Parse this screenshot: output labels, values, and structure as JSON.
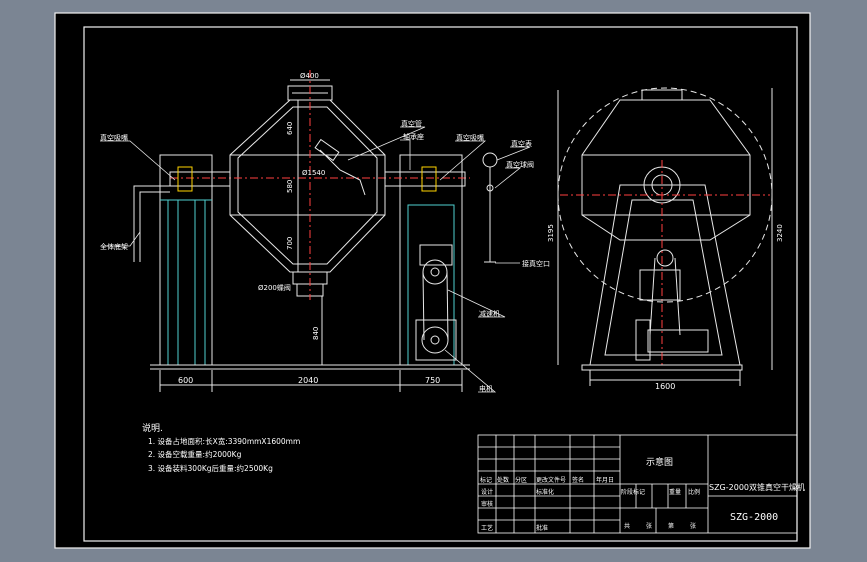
{
  "dims": {
    "top_diameter": "Ø400",
    "outer_diameter": "Ø1540",
    "bottom_valve": "Ø200蝶阀",
    "h_upper": "640",
    "h_middle": "580",
    "h_lower": "700",
    "h_base": "840",
    "w_left": "600",
    "w_center": "2040",
    "w_right": "750",
    "w_side": "1600",
    "h_side_a": "3195",
    "h_side_b": "3240"
  },
  "callouts": {
    "left_bearing": "真空吸嘴",
    "vacuum_pipe": "真空管",
    "left_seat": "轴承座",
    "right_bearing": "真空吸嘴",
    "vacuum_gauge": "真空表",
    "gauge_valve": "真空球阀",
    "to_pump": "接真空口",
    "base_frame": "全体底架",
    "reducer": "减速机",
    "motor": "电机"
  },
  "notes": {
    "title": "说明.",
    "line1": "1. 设备占地面积:长X宽:3390mmX1600mm",
    "line2": "2. 设备空载重量:约2000Kg",
    "line3": "3. 设备装料300Kg后重量:约2500Kg"
  },
  "title_block": {
    "drawing_name": "示意图",
    "product": "SZG-2000双锥真空干燥机",
    "code": "SZG-2000",
    "r1": [
      "标记",
      "处数",
      "分区",
      "更改文件号",
      "签名",
      "年月日"
    ],
    "r2": [
      "设计",
      "",
      "",
      "标准化",
      "",
      ""
    ],
    "r3": [
      "审核",
      "",
      "",
      "",
      "",
      ""
    ],
    "r4": [
      "工艺",
      "",
      "",
      "批准",
      "",
      ""
    ],
    "mid": [
      "阶段标记",
      "重量",
      "比例"
    ],
    "sheet": [
      "共",
      "张",
      "第",
      "张"
    ]
  }
}
